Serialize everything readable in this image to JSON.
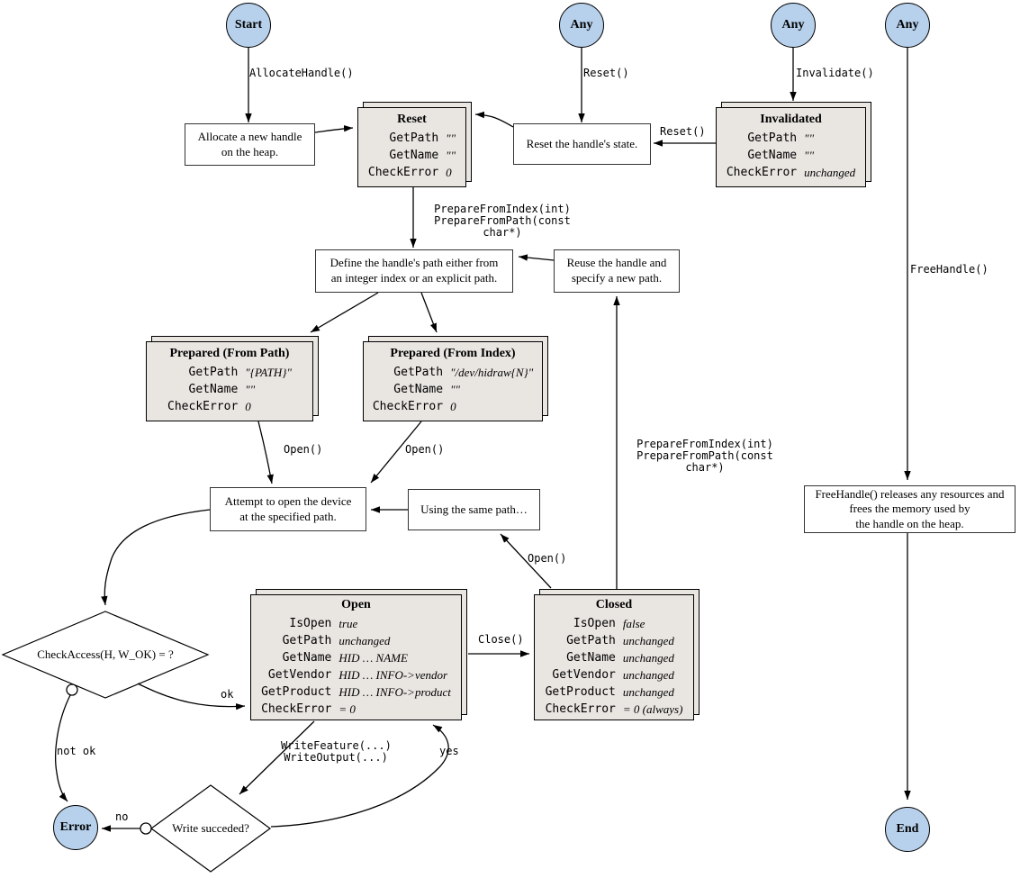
{
  "colors": {
    "terminal_fill": "#b7d1ec",
    "state_fill": "#e9e6e2",
    "stroke": "#000000"
  },
  "terminals": {
    "start": {
      "label": "Start"
    },
    "any_reset": {
      "label": "Any"
    },
    "any_invalidate": {
      "label": "Any"
    },
    "any_free": {
      "label": "Any"
    },
    "error": {
      "label": "Error"
    },
    "end": {
      "label": "End"
    }
  },
  "states": {
    "reset": {
      "title": "Reset",
      "rows": [
        {
          "attr": "GetPath",
          "value": "\"\""
        },
        {
          "attr": "GetName",
          "value": "\"\""
        },
        {
          "attr": "CheckError",
          "value": "0"
        }
      ]
    },
    "invalidated": {
      "title": "Invalidated",
      "rows": [
        {
          "attr": "GetPath",
          "value": "\"\""
        },
        {
          "attr": "GetName",
          "value": "\"\""
        },
        {
          "attr": "CheckError",
          "value": "unchanged"
        }
      ]
    },
    "prepared_path": {
      "title": "Prepared (From Path)",
      "rows": [
        {
          "attr": "GetPath",
          "value": "\"{PATH}\""
        },
        {
          "attr": "GetName",
          "value": "\"\""
        },
        {
          "attr": "CheckError",
          "value": "0"
        }
      ]
    },
    "prepared_index": {
      "title": "Prepared (From Index)",
      "rows": [
        {
          "attr": "GetPath",
          "value": "\"/dev/hidraw{N}\""
        },
        {
          "attr": "GetName",
          "value": "\"\""
        },
        {
          "attr": "CheckError",
          "value": "0"
        }
      ]
    },
    "open": {
      "title": "Open",
      "rows": [
        {
          "attr": "IsOpen",
          "value": "true"
        },
        {
          "attr": "GetPath",
          "value": "unchanged"
        },
        {
          "attr": "GetName",
          "value": "HID … NAME"
        },
        {
          "attr": "GetVendor",
          "value": "HID … INFO->vendor"
        },
        {
          "attr": "GetProduct",
          "value": "HID … INFO->product"
        },
        {
          "attr": "CheckError",
          "value": "= 0"
        }
      ]
    },
    "closed": {
      "title": "Closed",
      "rows": [
        {
          "attr": "IsOpen",
          "value": "false"
        },
        {
          "attr": "GetPath",
          "value": "unchanged"
        },
        {
          "attr": "GetName",
          "value": "unchanged"
        },
        {
          "attr": "GetVendor",
          "value": "unchanged"
        },
        {
          "attr": "GetProduct",
          "value": "unchanged"
        },
        {
          "attr": "CheckError",
          "value": "= 0 (always)"
        }
      ]
    }
  },
  "actions": {
    "allocate": {
      "lines": [
        "Allocate a new handle",
        "on the heap."
      ]
    },
    "reset_action": {
      "lines": [
        "Reset the handle's state."
      ]
    },
    "define": {
      "lines": [
        "Define the handle's path either from",
        "an integer index or an explicit path."
      ]
    },
    "reuse": {
      "lines": [
        "Reuse the handle and",
        "specify a new path."
      ]
    },
    "attempt": {
      "lines": [
        "Attempt to open the device",
        "at the specified path."
      ]
    },
    "same_path": {
      "lines": [
        "Using the same path…"
      ]
    },
    "free_handle": {
      "lines": [
        "FreeHandle() releases any resources and",
        "frees the memory used by",
        "the handle on the heap."
      ]
    }
  },
  "decisions": {
    "check_access": {
      "label": "CheckAccess(H, W_OK) = ?"
    },
    "write_succeeded": {
      "label": "Write succeded?"
    }
  },
  "edge_labels": {
    "allocate_handle": "AllocateHandle()",
    "reset_from_any": "Reset()",
    "invalidate": "Invalidate()",
    "reset_from_invalidated": "Reset()",
    "prepare_top_line1": "PrepareFromIndex(int)",
    "prepare_top_line2": "PrepareFromPath(const char*)",
    "open_from_path": "Open()",
    "open_from_index": "Open()",
    "open_reuse": "Open()",
    "prepare_right_line1": "PrepareFromIndex(int)",
    "prepare_right_line2": "PrepareFromPath(const char*)",
    "close": "Close()",
    "free_handle": "FreeHandle()",
    "ok": "ok",
    "not_ok": "not ok",
    "write_line1": "WriteFeature(...)",
    "write_line2": "WriteOutput(...)",
    "yes": "yes",
    "no": "no"
  }
}
